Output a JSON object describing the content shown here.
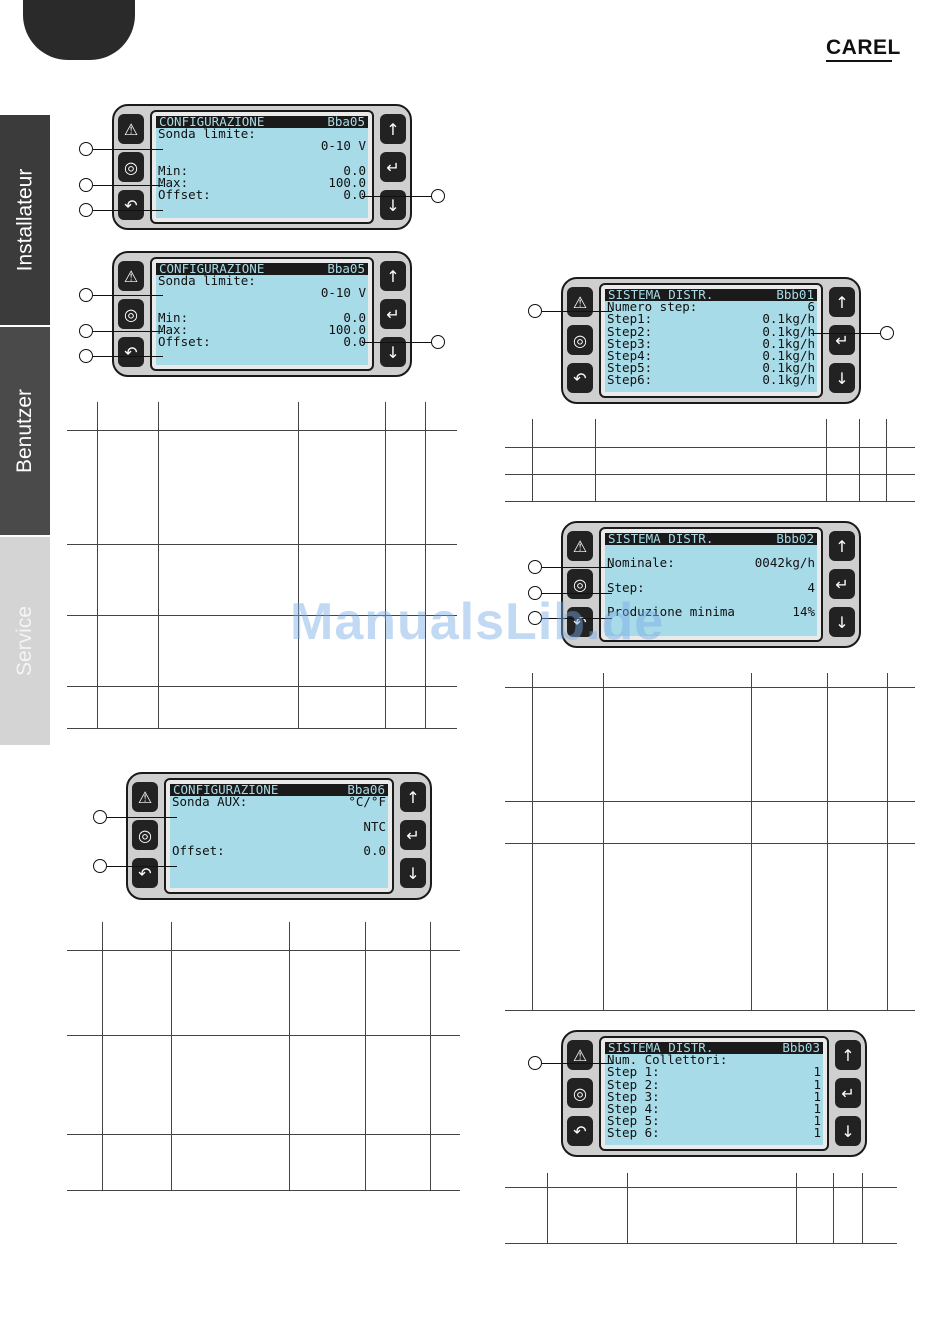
{
  "brand": {
    "logo": "CAREL"
  },
  "sidebar": {
    "tabs": [
      "Installateur",
      "Benutzer",
      "Service"
    ]
  },
  "watermark": "ManualsLib.de",
  "screens": {
    "bba05a": {
      "title": "CONFIGURAZIONE",
      "code": "Bba05",
      "lines": [
        [
          "Sonda limite:",
          ""
        ],
        [
          "",
          "0-10 V"
        ],
        [
          "",
          ""
        ],
        [
          "Min:",
          "0.0"
        ],
        [
          "Max:",
          "100.0"
        ],
        [
          "Offset:",
          "0.0"
        ]
      ]
    },
    "bba05b": {
      "title": "CONFIGURAZIONE",
      "code": "Bba05",
      "lines": [
        [
          "Sonda limite:",
          ""
        ],
        [
          "",
          "0-10 V"
        ],
        [
          "",
          ""
        ],
        [
          "Min:",
          "0.0"
        ],
        [
          "Max:",
          "100.0"
        ],
        [
          "Offset:",
          "0.0"
        ]
      ]
    },
    "bba06": {
      "title": "CONFIGURAZIONE",
      "code": "Bba06",
      "lines": [
        [
          "Sonda AUX:",
          "°C/°F"
        ],
        [
          "",
          ""
        ],
        [
          "",
          "NTC"
        ],
        [
          "",
          ""
        ],
        [
          "Offset:",
          "0.0"
        ]
      ]
    },
    "bbb01": {
      "title": "SISTEMA DISTR.",
      "code": "Bbb01",
      "lines": [
        [
          "Numero step:",
          "6"
        ],
        [
          "Step1:",
          "0.1kg/h"
        ],
        [
          "Step2:",
          "0.1kg/h"
        ],
        [
          "Step3:",
          "0.1kg/h"
        ],
        [
          "Step4:",
          "0.1kg/h"
        ],
        [
          "Step5:",
          "0.1kg/h"
        ],
        [
          "Step6:",
          "0.1kg/h"
        ]
      ]
    },
    "bbb02": {
      "title": "SISTEMA DISTR.",
      "code": "Bbb02",
      "lines": [
        [
          "",
          ""
        ],
        [
          "Nominale:",
          "0042kg/h"
        ],
        [
          "",
          ""
        ],
        [
          "Step:",
          "4"
        ],
        [
          "",
          ""
        ],
        [
          "Produzione minima",
          "14%"
        ]
      ]
    },
    "bbb03": {
      "title": "SISTEMA DISTR.",
      "code": "Bbb03",
      "lines": [
        [
          "Num. Collettori:",
          ""
        ],
        [
          "Step 1:",
          "1"
        ],
        [
          "Step 2:",
          "1"
        ],
        [
          "Step 3:",
          "1"
        ],
        [
          "Step 4:",
          "1"
        ],
        [
          "Step 5:",
          "1"
        ],
        [
          "Step 6:",
          "1"
        ]
      ]
    }
  },
  "icons": {
    "alarm": "warning-icon",
    "prg": "circle-icon",
    "esc": "back-icon",
    "up": "up-arrow-icon",
    "enter": "enter-icon",
    "down": "down-arrow-icon"
  },
  "colors": {
    "lcd": "#a8dbe8",
    "header": "#1a1a1a"
  }
}
